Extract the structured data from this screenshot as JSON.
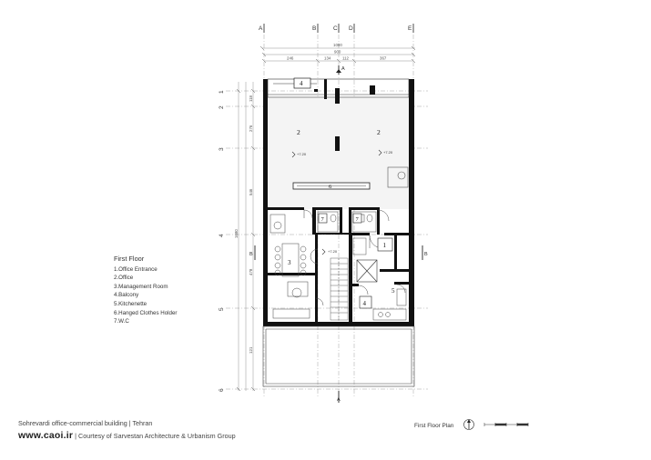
{
  "grid": {
    "columns": [
      "A",
      "B",
      "C",
      "D",
      "E"
    ],
    "rows": [
      "1",
      "2",
      "3",
      "4",
      "5",
      "6"
    ],
    "section_mark": "A",
    "section_mark_side": "B"
  },
  "dimensions": {
    "top_overall": "1000",
    "top_inner": "900",
    "top_segments": [
      "246",
      "134",
      "112",
      "367"
    ],
    "left_overall": "1680",
    "left_segments": [
      "118",
      "276",
      "546",
      "478",
      "121"
    ]
  },
  "room_tags": {
    "balcony_top": "4",
    "office_left": "2",
    "office_right": "2",
    "clothes_holder": "6",
    "wc_left": "7",
    "wc_right": "7",
    "entrance": "1",
    "management": "3",
    "balcony_bottom": "4",
    "kitchenette": "5"
  },
  "levels": {
    "office_left": "+7.20",
    "office_right": "+7.20",
    "hall": "+7.20"
  },
  "legend": {
    "title": "First Floor",
    "items": [
      "1.Office Entrance",
      "2.Office",
      "3.Management Room",
      "4.Balcony",
      "5.Kitchenette",
      "6.Hanged Clothes Holder",
      "7.W.C"
    ]
  },
  "caption": {
    "building": "Sohrevardi office-commercial building  |  Tehran",
    "site": "www.caoi.ir",
    "credit": "|  Courtesy of Sarvestan Architecture & Urbanism Group"
  },
  "plan_label": "First Floor Plan",
  "north_mark": "N"
}
